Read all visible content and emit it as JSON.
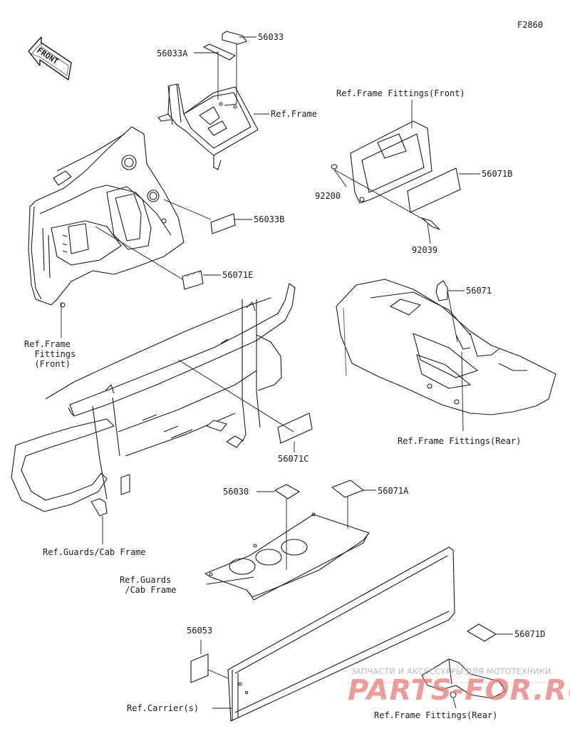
{
  "figure_code": "F2860",
  "direction": "FRONT",
  "parts": {
    "p56033": "56033",
    "p56033A": "56033A",
    "p56033B": "56033B",
    "p56071": "56071",
    "p56071A": "56071A",
    "p56071B": "56071B",
    "p56071C": "56071C",
    "p56071D": "56071D",
    "p56071E": "56071E",
    "p56030": "56030",
    "p56053": "56053",
    "p92200": "92200",
    "p92039": "92039"
  },
  "refs": {
    "frame": "Ref.Frame",
    "fittings_front_top": "Ref.Frame Fittings(Front)",
    "fittings_front_left": "Ref.Frame\n  Fittings\n  (Front)",
    "fittings_rear_mid": "Ref.Frame Fittings(Rear)",
    "fittings_rear_bottom": "Ref.Frame Fittings(Rear)",
    "guards_cab": "Ref.Guards/Cab Frame",
    "guards_cab_split": "Ref.Guards\n /Cab Frame",
    "carrier": "Ref.Carrier(s)"
  },
  "watermark": {
    "line1": "ЗАПЧАСТИ И АКСЕССУАРЫ ДЛЯ МОТОТЕХНИКИ",
    "line2": "PARTS-FOR.RU"
  },
  "colors": {
    "line": "#1a1a1a",
    "label_fill": "#ffffff",
    "watermark_red": "#e77c7c",
    "watermark_gray": "#b9b9b9"
  }
}
